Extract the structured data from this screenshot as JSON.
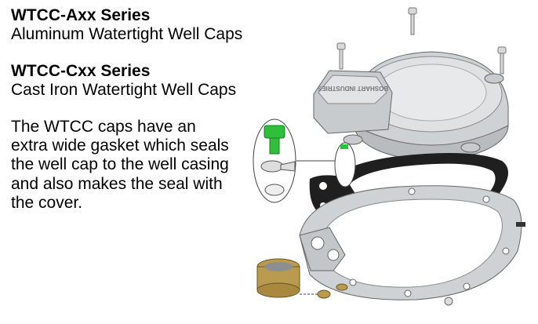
{
  "series": [
    {
      "title": "WTCC-Axx Series",
      "description": "Aluminum Watertight Well Caps"
    },
    {
      "title": "WTCC-Cxx Series",
      "description": "Cast Iron Watertight Well Caps"
    }
  ],
  "body": "The WTCC caps have an extra wide gasket which seals the well cap to the well casing and also makes the seal with the cover.",
  "illustration": {
    "cap_embossed_text": "BOSHART INDUSTRIES",
    "colors": {
      "gasket": "#1f1f1f",
      "cap": "#cfd2d4",
      "bolt_green": "#2fbf3a",
      "brass": "#b99a4e"
    }
  }
}
